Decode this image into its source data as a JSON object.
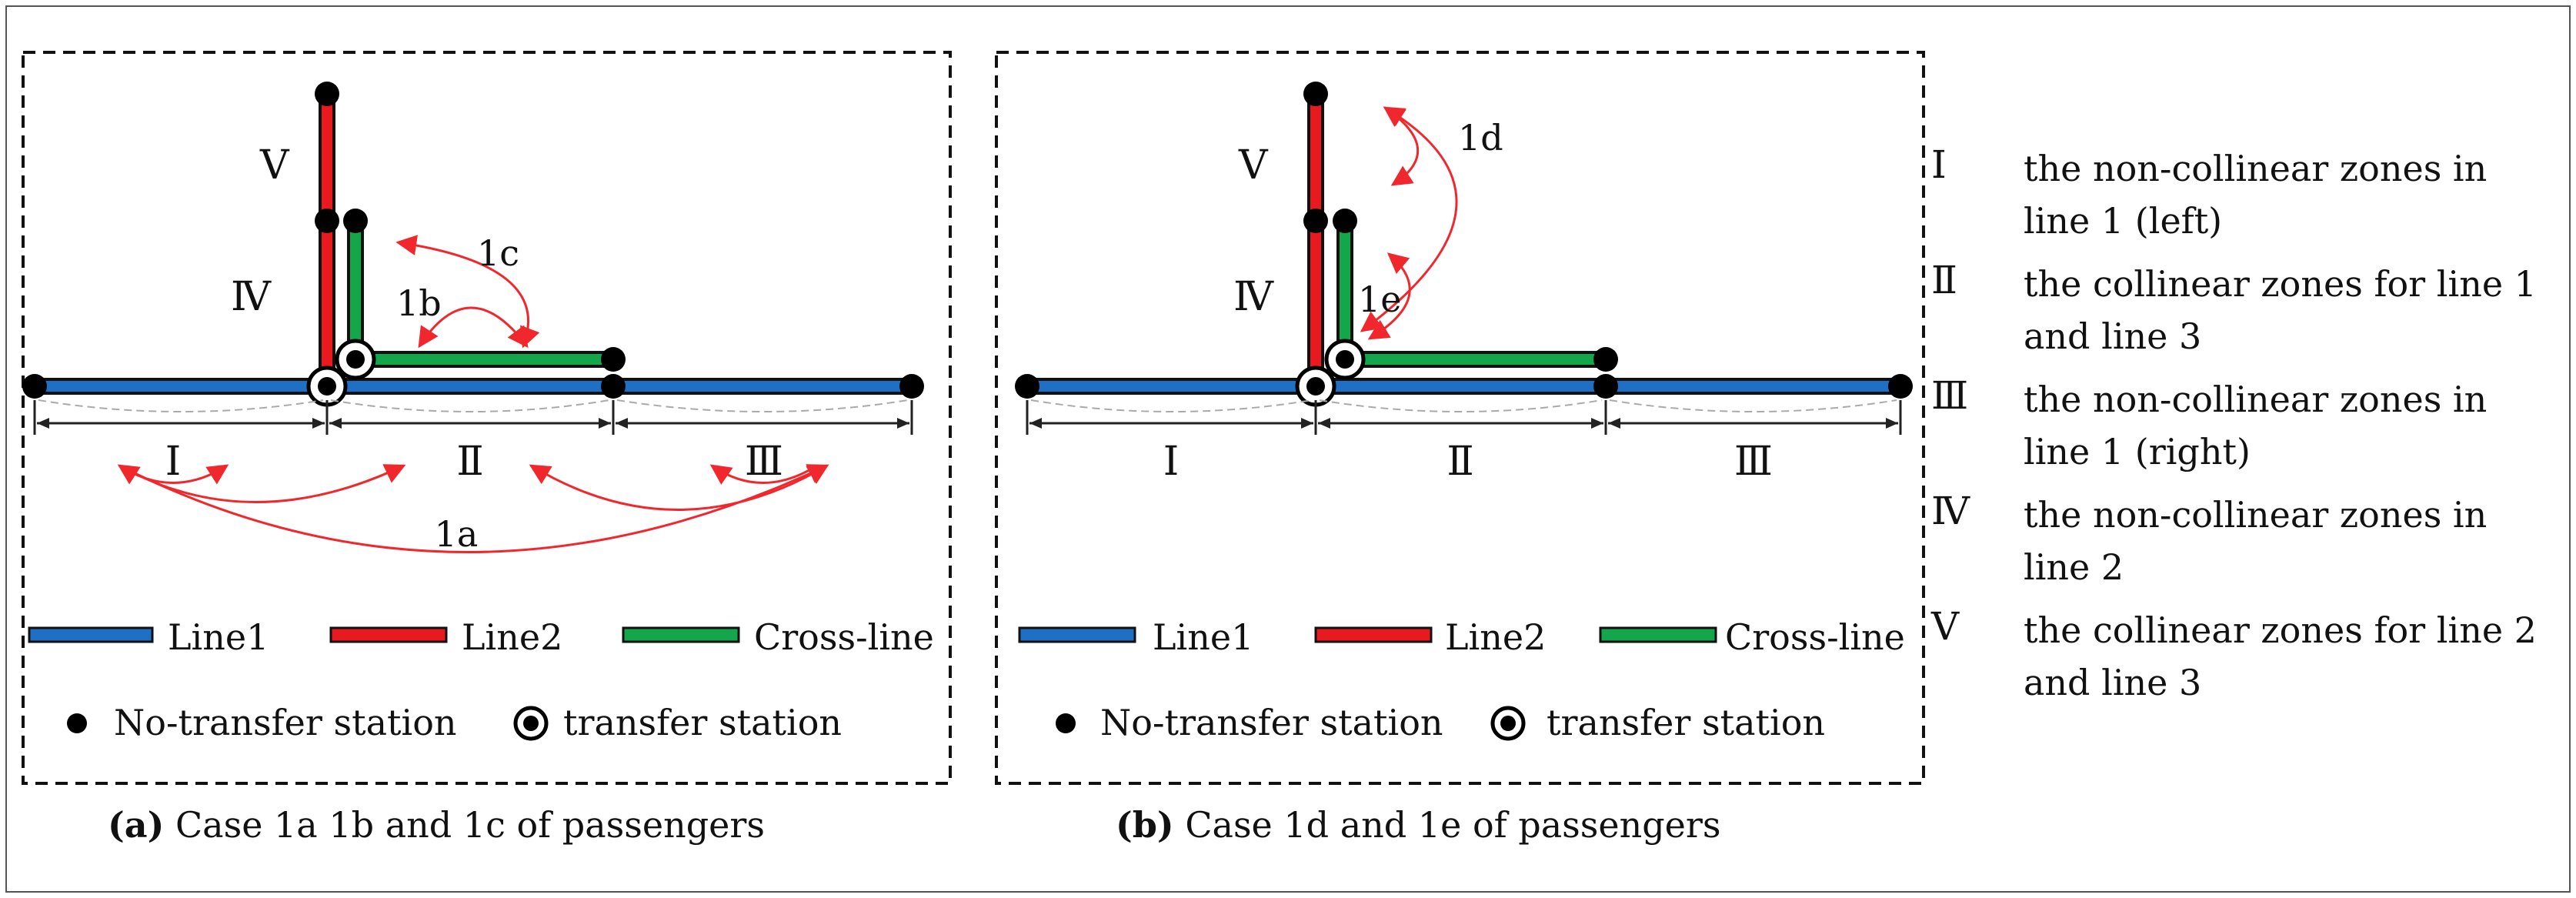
{
  "panels": [
    {
      "zone_labels": [
        "Ⅰ",
        "Ⅱ",
        "Ⅲ",
        "Ⅳ",
        "Ⅴ"
      ],
      "flow_labels": [
        "1a",
        "1b",
        "1c"
      ],
      "legend": {
        "line1": "Line1",
        "line2": "Line2",
        "cross_line": "Cross-line",
        "no_transfer": "No-transfer station",
        "transfer": "transfer station"
      },
      "caption_letter": "(a)",
      "caption_text": "Case 1a 1b and 1c of passengers"
    },
    {
      "zone_labels": [
        "Ⅰ",
        "Ⅱ",
        "Ⅲ",
        "Ⅳ",
        "Ⅴ"
      ],
      "flow_labels": [
        "1d",
        "1e"
      ],
      "legend": {
        "line1": "Line1",
        "line2": "Line2",
        "cross_line": "Cross-line",
        "no_transfer": "No-transfer station",
        "transfer": "transfer station"
      },
      "caption_letter": "(b)",
      "caption_text": "Case 1d and 1e of passengers"
    }
  ],
  "zone_descriptions": [
    {
      "num": "Ⅰ",
      "text": "the non-collinear zones in line 1 (left)"
    },
    {
      "num": "Ⅱ",
      "text": "the collinear zones for line 1 and line 3"
    },
    {
      "num": "Ⅲ",
      "text": "the non-collinear zones in line 1 (right)"
    },
    {
      "num": "Ⅳ",
      "text": "the non-collinear zones in line 2"
    },
    {
      "num": "Ⅴ",
      "text": "the collinear zones for line 2 and line 3"
    }
  ],
  "colors": {
    "line1": "#1f6fc4",
    "line2": "#e8191f",
    "cross_line": "#14a64a",
    "flow_arrow": "#f0282d",
    "station": "#000000"
  }
}
